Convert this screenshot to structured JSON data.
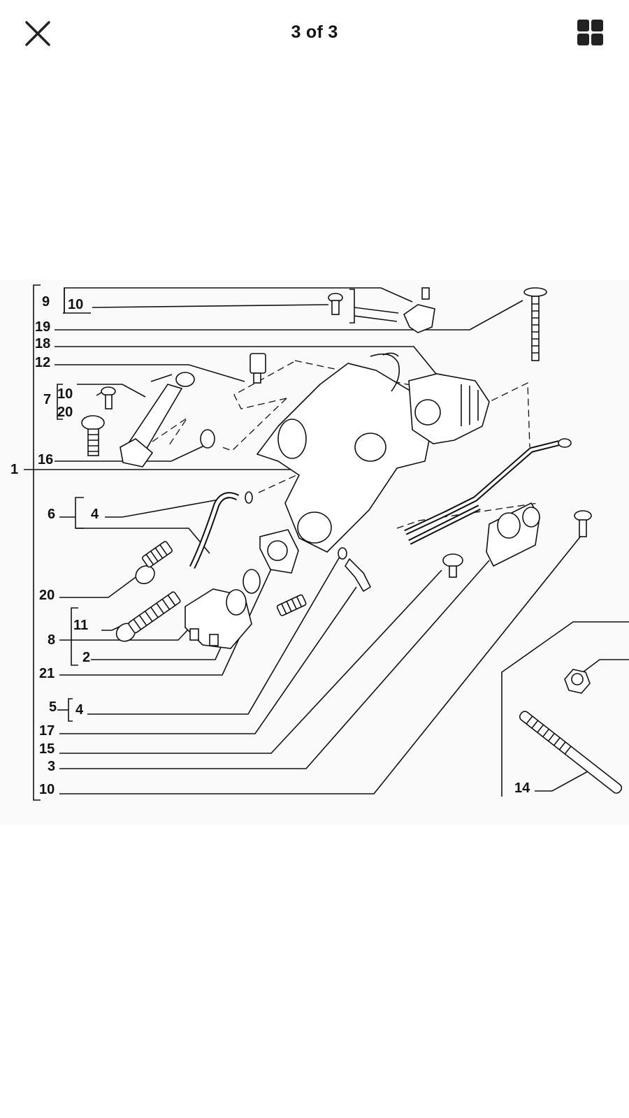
{
  "viewer": {
    "counter": "3 of 3",
    "close_icon": "close-icon",
    "grid_icon": "grid-view-icon",
    "accent": "#222222"
  },
  "diagram": {
    "callouts": {
      "c9": "9",
      "c10a": "10",
      "c19": "19",
      "c18": "18",
      "c12": "12",
      "c7": "7",
      "c10b": "10",
      "c20a": "20",
      "c16": "16",
      "c1": "1",
      "c6": "6",
      "c4a": "4",
      "c20b": "20",
      "c11": "11",
      "c8": "8",
      "c2": "2",
      "c21": "21",
      "c5": "5",
      "c4b": "4",
      "c17": "17",
      "c15": "15",
      "c3": "3",
      "c10c": "10",
      "c14": "14"
    }
  }
}
